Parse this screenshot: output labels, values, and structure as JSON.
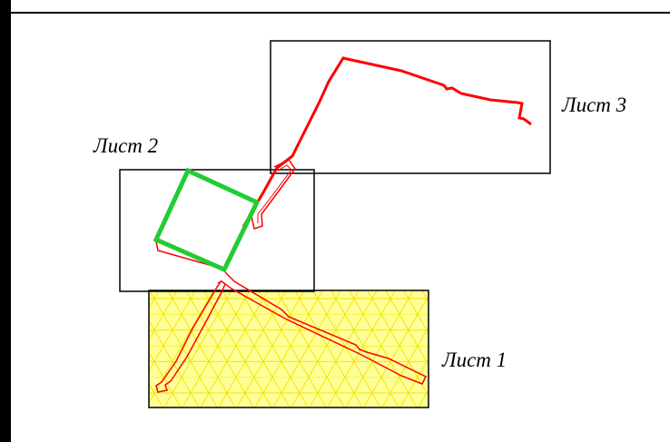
{
  "sheets": [
    {
      "label": "Лист 1"
    },
    {
      "label": "Лист 2"
    },
    {
      "label": "Лист 3"
    }
  ],
  "colors": {
    "frame": "#000000",
    "sheet_border": "#000000",
    "route": "#ff0000",
    "highlight_square": "#22cc33",
    "hatch_fill": "#ffff99",
    "hatch_lines": "#f0e600"
  }
}
